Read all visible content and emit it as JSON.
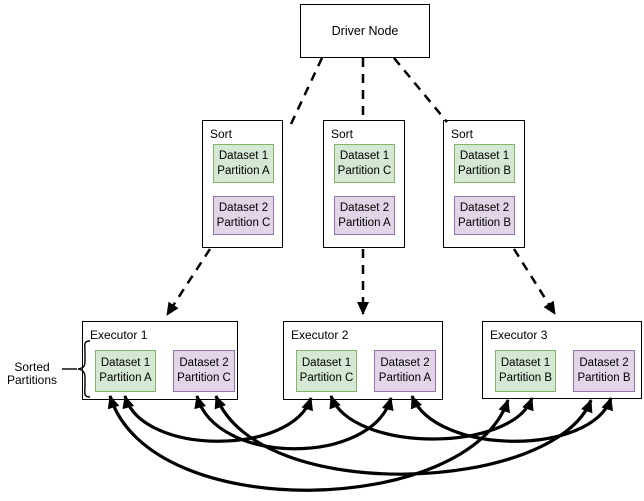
{
  "diagram": {
    "driver": {
      "label": "Driver Node"
    },
    "sorts": [
      {
        "label": "Sort",
        "partitions": [
          {
            "line1": "Dataset 1",
            "line2": "Partition A",
            "dataset": "dataset1"
          },
          {
            "line1": "Dataset 2",
            "line2": "Partition C",
            "dataset": "dataset2"
          }
        ]
      },
      {
        "label": "Sort",
        "partitions": [
          {
            "line1": "Dataset 1",
            "line2": "Partition C",
            "dataset": "dataset1"
          },
          {
            "line1": "Dataset 2",
            "line2": "Partition A",
            "dataset": "dataset2"
          }
        ]
      },
      {
        "label": "Sort",
        "partitions": [
          {
            "line1": "Dataset 1",
            "line2": "Partition B",
            "dataset": "dataset1"
          },
          {
            "line1": "Dataset 2",
            "line2": "Partition B",
            "dataset": "dataset2"
          }
        ]
      }
    ],
    "executors": [
      {
        "label": "Executor 1",
        "partitions": [
          {
            "line1": "Dataset 1",
            "line2": "Partition A",
            "dataset": "dataset1"
          },
          {
            "line1": "Dataset 2",
            "line2": "Partition C",
            "dataset": "dataset2"
          }
        ]
      },
      {
        "label": "Executor 2",
        "partitions": [
          {
            "line1": "Dataset 1",
            "line2": "Partition C",
            "dataset": "dataset1"
          },
          {
            "line1": "Dataset 2",
            "line2": "Partition A",
            "dataset": "dataset2"
          }
        ]
      },
      {
        "label": "Executor 3",
        "partitions": [
          {
            "line1": "Dataset 1",
            "line2": "Partition B",
            "dataset": "dataset1"
          },
          {
            "line1": "Dataset 2",
            "line2": "Partition B",
            "dataset": "dataset2"
          }
        ]
      }
    ],
    "side_label": {
      "line1": "Sorted",
      "line2": "Partitions"
    },
    "colors": {
      "dataset1_fill": "#d5e8d4",
      "dataset1_border": "#82b366",
      "dataset2_fill": "#e1d5e7",
      "dataset2_border": "#9673a6",
      "line": "#000000",
      "background": "#ffffff"
    },
    "edges": {
      "driver_to_sorts": [
        {
          "from": "driver",
          "to": "sort-1",
          "style": "dashed"
        },
        {
          "from": "driver",
          "to": "sort-2",
          "style": "dashed"
        },
        {
          "from": "driver",
          "to": "sort-3",
          "style": "dashed"
        }
      ],
      "sort_to_executor": [
        {
          "from": "sort-1",
          "to": "executor-1",
          "style": "dashed-arrow"
        },
        {
          "from": "sort-2",
          "to": "executor-2",
          "style": "dashed-arrow"
        },
        {
          "from": "sort-3",
          "to": "executor-3",
          "style": "dashed-arrow"
        }
      ],
      "shuffle": [
        {
          "a": "executor-1.dataset-1",
          "b": "executor-2.dataset-1",
          "style": "curved-double-arrow"
        },
        {
          "a": "executor-1.dataset-2",
          "b": "executor-2.dataset-2",
          "style": "curved-double-arrow"
        },
        {
          "a": "executor-2.dataset-1",
          "b": "executor-3.dataset-1",
          "style": "curved-double-arrow"
        },
        {
          "a": "executor-2.dataset-2",
          "b": "executor-3.dataset-2",
          "style": "curved-double-arrow"
        },
        {
          "a": "executor-1.dataset-1",
          "b": "executor-3.dataset-1",
          "style": "curved-double-arrow"
        },
        {
          "a": "executor-1.dataset-2",
          "b": "executor-3.dataset-2",
          "style": "curved-double-arrow"
        }
      ]
    }
  }
}
